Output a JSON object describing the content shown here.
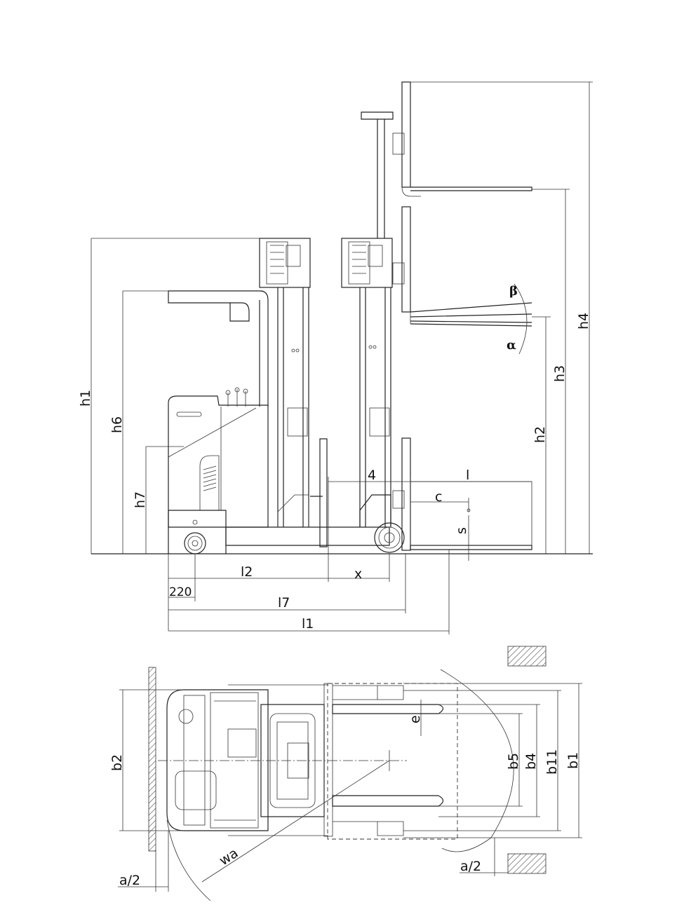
{
  "labels": {
    "h1": "h1",
    "h2": "h2",
    "h3": "h3",
    "h4": "h4",
    "h6": "h6",
    "h7": "h7",
    "l": "l",
    "c": "c",
    "s": "s",
    "four": "4",
    "l2": "l2",
    "x": "x",
    "dim_220": "220",
    "l7": "l7",
    "l1": "l1",
    "alpha": "α",
    "beta": "β",
    "b2": "b2",
    "b1": "b1",
    "b4": "b4",
    "b5": "b5",
    "b11": "b11",
    "e": "e",
    "wa": "wa",
    "a2_left": "a/2",
    "a2_right": "a/2"
  }
}
